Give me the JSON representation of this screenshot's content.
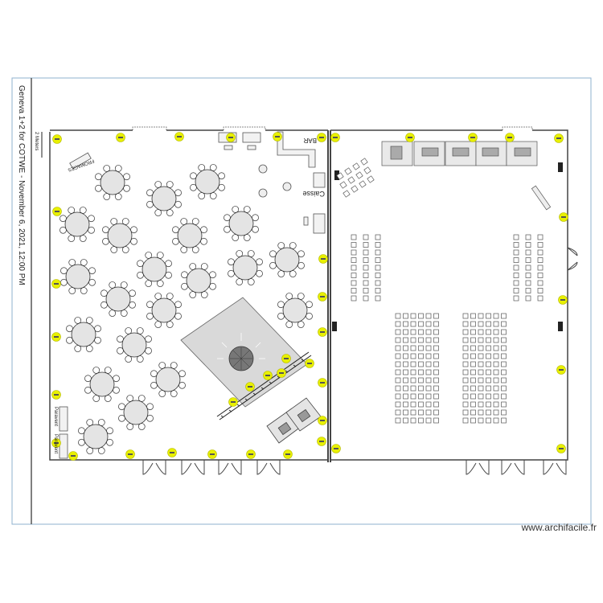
{
  "title": "Geneva 1+2 for COTWE - November 6, 2021, 12:00 PM",
  "scale_label": "2 Meters",
  "labels": {
    "bar": "BAR",
    "caisse": "Caisse",
    "fromages": "FROMAGES",
    "paravent_1": "Paravent",
    "paravent_2": "Paravent"
  },
  "watermark": "www.archifacile.fr",
  "colors": {
    "frame": "#8fb2cf",
    "wall": "#555555",
    "table_fill": "#e4e4e4",
    "chair_stroke": "#333333",
    "light": "#e8f000",
    "dance_floor": "#d9d9d9"
  }
}
